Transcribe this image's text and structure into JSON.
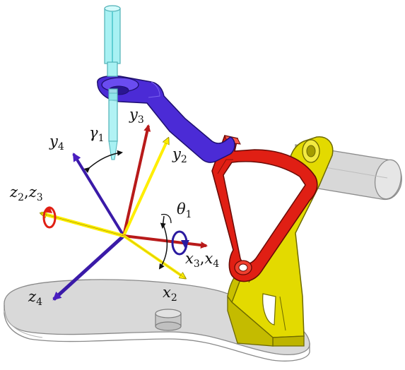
{
  "labels": {
    "y4": {
      "base": "y",
      "sub": "4"
    },
    "y3": {
      "base": "y",
      "sub": "3"
    },
    "y2": {
      "base": "y",
      "sub": "2"
    },
    "gamma1": {
      "base": "γ",
      "sub": "1"
    },
    "z2z3_a": {
      "base": "z",
      "sub": "2"
    },
    "z2z3_b": {
      "base": "z",
      "sub": "3"
    },
    "z2z3_sep": ",",
    "theta1": {
      "base": "θ",
      "sub": "1"
    },
    "x3x4_a": {
      "base": "x",
      "sub": "3"
    },
    "x3x4_b": {
      "base": "x",
      "sub": "4"
    },
    "x3x4_sep": ",",
    "x2": {
      "base": "x",
      "sub": "2"
    },
    "z4": {
      "base": "z",
      "sub": "4"
    }
  },
  "colors": {
    "blue_link": "#4b2bd6",
    "red_link": "#e01f14",
    "yellow_support": "#e8e000",
    "cyan_tool": "#9ff2f4",
    "grey_base": "#d6d6d6",
    "axis_yellow": "#ffee00",
    "axis_red": "#b81a1a",
    "axis_purple": "#4a1ec0"
  }
}
